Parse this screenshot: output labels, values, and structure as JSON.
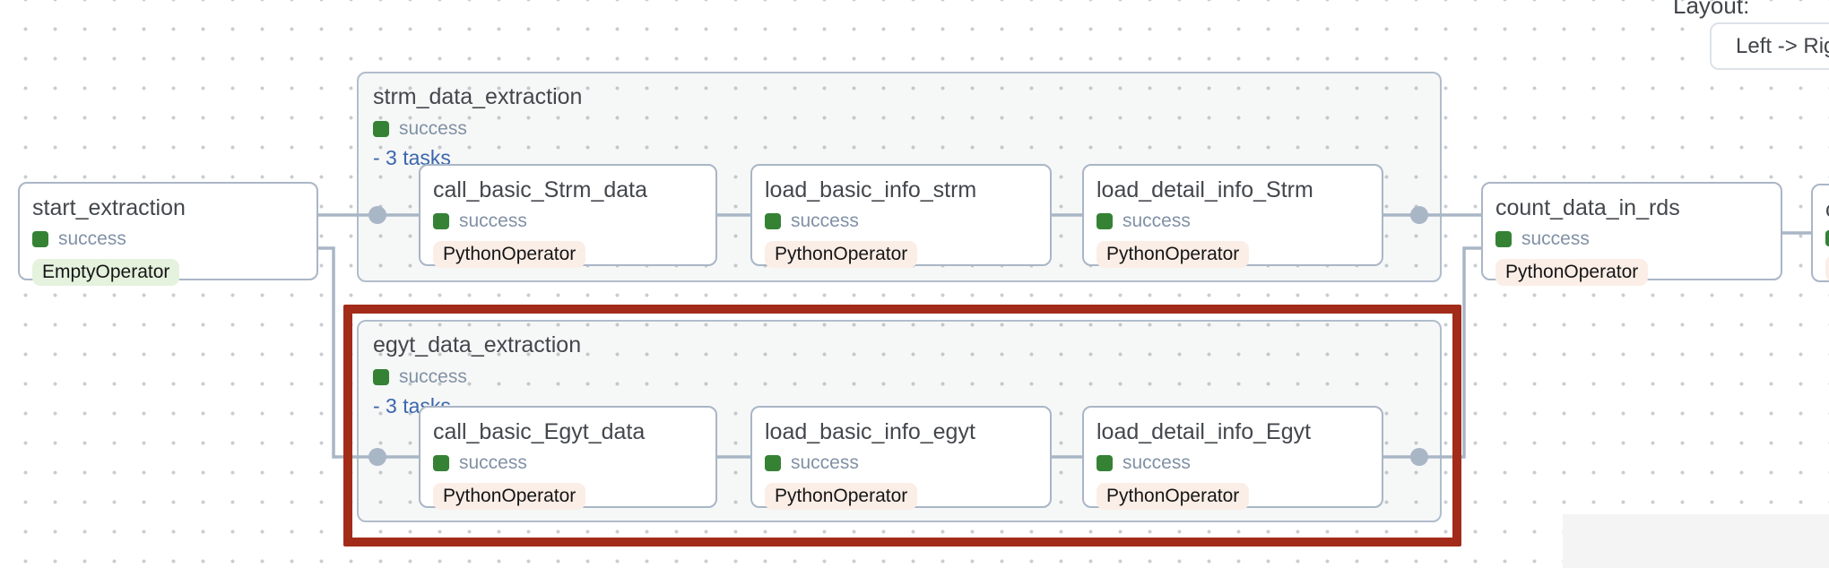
{
  "layout_control": {
    "label": "Layout:",
    "value": "Left -> Right"
  },
  "groups": [
    {
      "title": "strm_data_extraction",
      "status": "success",
      "tasks": "- 3 tasks",
      "highlighted": false,
      "children": [
        {
          "title": "call_basic_Strm_data",
          "status": "success",
          "operator": "PythonOperator"
        },
        {
          "title": "load_basic_info_strm",
          "status": "success",
          "operator": "PythonOperator"
        },
        {
          "title": "load_detail_info_Strm",
          "status": "success",
          "operator": "PythonOperator"
        }
      ]
    },
    {
      "title": "egyt_data_extraction",
      "status": "success",
      "tasks": "- 3 tasks",
      "highlighted": true,
      "children": [
        {
          "title": "call_basic_Egyt_data",
          "status": "success",
          "operator": "PythonOperator"
        },
        {
          "title": "load_basic_info_egyt",
          "status": "success",
          "operator": "PythonOperator"
        },
        {
          "title": "load_detail_info_Egyt",
          "status": "success",
          "operator": "PythonOperator"
        }
      ]
    }
  ],
  "nodes": [
    {
      "title": "start_extraction",
      "status": "success",
      "operator": "EmptyOperator"
    },
    {
      "title": "count_data_in_rds",
      "status": "success",
      "operator": "PythonOperator"
    },
    {
      "title": "c",
      "status": "",
      "operator": "P"
    }
  ],
  "colors": {
    "success_green": "#358235",
    "highlight_red": "#a22c19",
    "edge_gray_blue": "#a9b6c6",
    "python_badge_bg": "#fbeee7",
    "empty_badge_bg": "#e5f2de",
    "tasks_link_blue": "#3a67ad",
    "status_text_gray": "#8191a5",
    "group_border": "#b1bdcc"
  }
}
